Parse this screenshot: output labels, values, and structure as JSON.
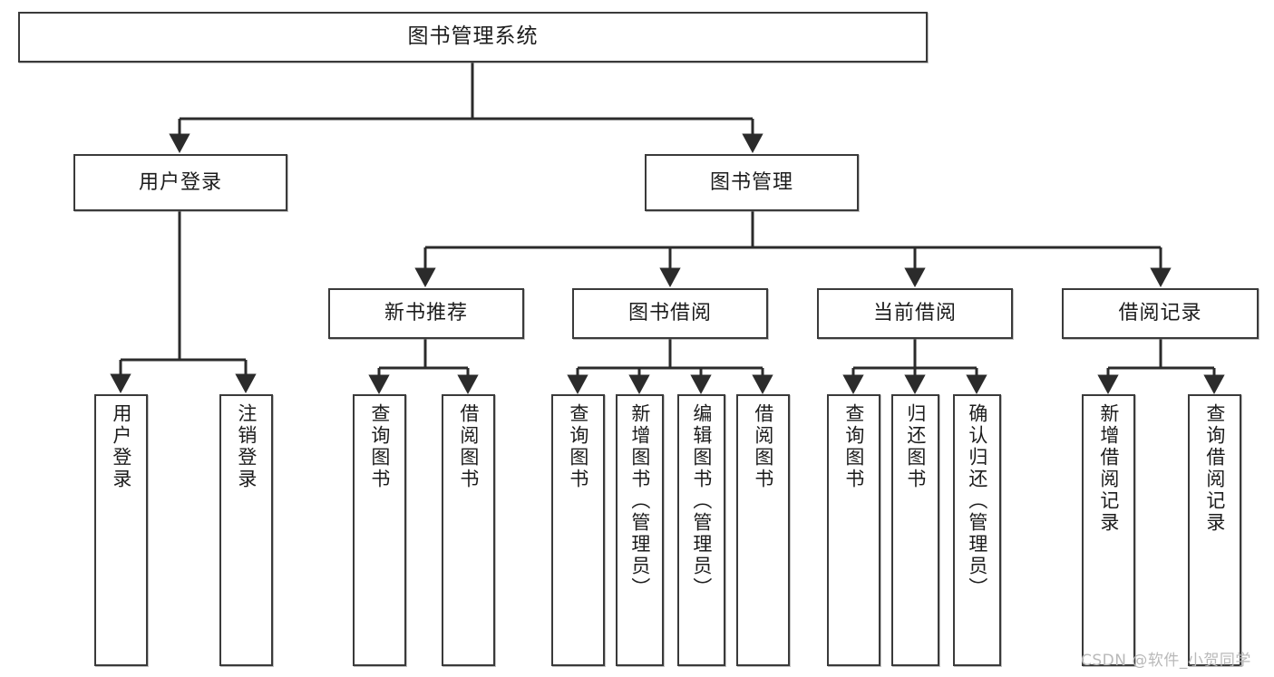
{
  "diagram": {
    "type": "tree",
    "title": "图书管理系统",
    "theme": {
      "background": "#ffffff",
      "box_border": "#3a3a3a",
      "box_fill": "#ffffff",
      "text": "#1c1c1c",
      "connector": "#2b2b2b",
      "watermark": "#b9b9b9"
    },
    "root": {
      "label": "图书管理系统"
    },
    "level2": [
      {
        "label": "用户登录"
      },
      {
        "label": "图书管理"
      }
    ],
    "level3": [
      {
        "label": "新书推荐"
      },
      {
        "label": "图书借阅"
      },
      {
        "label": "当前借阅"
      },
      {
        "label": "借阅记录"
      }
    ],
    "leaves": {
      "user_login": [
        {
          "label": "用户登录"
        },
        {
          "label": "注销登录"
        }
      ],
      "new_book_recommend": [
        {
          "label": "查询图书"
        },
        {
          "label": "借阅图书"
        }
      ],
      "book_borrow": [
        {
          "label": "查询图书"
        },
        {
          "label": "新增图书（管理员）"
        },
        {
          "label": "编辑图书（管理员）"
        },
        {
          "label": "借阅图书"
        }
      ],
      "current_borrow": [
        {
          "label": "查询图书"
        },
        {
          "label": "归还图书"
        },
        {
          "label": "确认归还（管理员）"
        }
      ],
      "borrow_record": [
        {
          "label": "新增借阅记录"
        },
        {
          "label": "查询借阅记录"
        }
      ]
    },
    "watermark": "CSDN @软件_小贺同学"
  }
}
